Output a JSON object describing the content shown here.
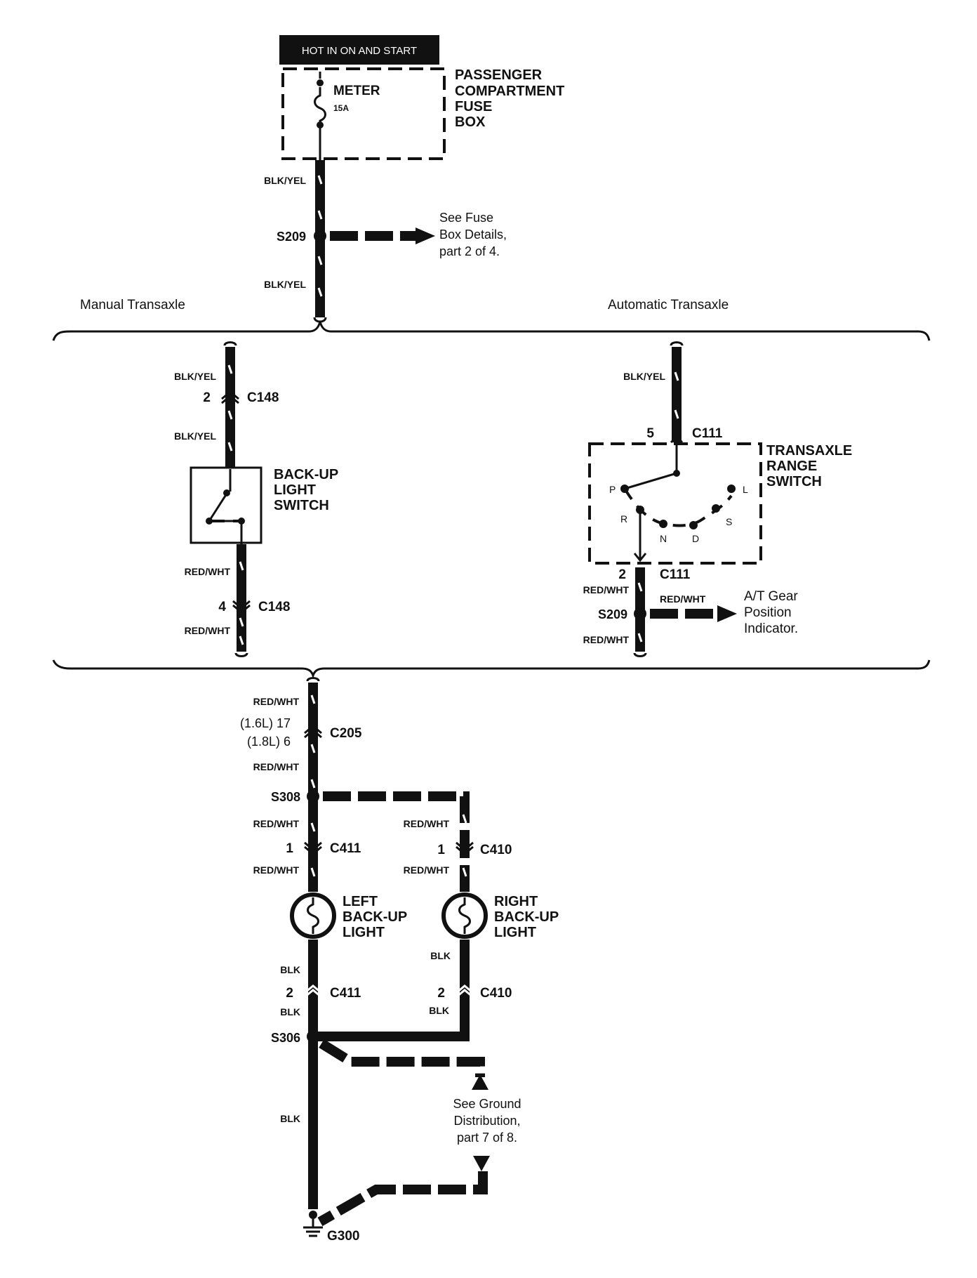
{
  "header": {
    "hot_label": "HOT IN ON AND START"
  },
  "fuse_box": {
    "name_lines": [
      "PASSENGER",
      "COMPARTMENT",
      "FUSE",
      "BOX"
    ],
    "fuse_name": "METER",
    "fuse_rating": "15A"
  },
  "top": {
    "wire1": "BLK/YEL",
    "splice": "S209",
    "wire2": "BLK/YEL",
    "ref_lines": [
      "See Fuse",
      "Box Details,",
      "part 2 of 4."
    ]
  },
  "sections": {
    "manual": "Manual Transaxle",
    "automatic": "Automatic Transaxle"
  },
  "manual": {
    "wire_top": "BLK/YEL",
    "pin_top": "2",
    "connector_top": "C148",
    "wire_mid": "BLK/YEL",
    "switch_lines": [
      "BACK-UP",
      "LIGHT",
      "SWITCH"
    ],
    "wire_out": "RED/WHT",
    "pin_bottom": "4",
    "connector_bottom": "C148",
    "wire_bottom": "RED/WHT"
  },
  "automatic": {
    "wire_top": "BLK/YEL",
    "pin_top": "5",
    "connector_top": "C111",
    "switch_lines": [
      "TRANSAXLE",
      "RANGE",
      "SWITCH"
    ],
    "positions": {
      "p": "P",
      "r": "R",
      "n": "N",
      "d": "D",
      "s": "S",
      "l": "L"
    },
    "pin_bottom": "2",
    "connector_bottom": "C111",
    "wire_out": "RED/WHT",
    "splice": "S209",
    "branch_wire": "RED/WHT",
    "branch_ref_lines": [
      "A/T Gear",
      "Position",
      "Indicator."
    ],
    "wire_bottom": "RED/WHT"
  },
  "lower": {
    "wire_in": "RED/WHT",
    "pin_16": "(1.6L) 17",
    "pin_18": "(1.8L) 6",
    "connector": "C205",
    "wire_after": "RED/WHT",
    "splice_top": "S308",
    "left": {
      "wire1": "RED/WHT",
      "pin1": "1",
      "conn1": "C411",
      "wire2": "RED/WHT",
      "lamp_lines": [
        "LEFT",
        "BACK-UP",
        "LIGHT"
      ],
      "wire3": "BLK",
      "pin2": "2",
      "conn2": "C411",
      "wire4": "BLK"
    },
    "right": {
      "wire1": "RED/WHT",
      "pin1": "1",
      "conn1": "C410",
      "wire2": "RED/WHT",
      "lamp_lines": [
        "RIGHT",
        "BACK-UP",
        "LIGHT"
      ],
      "wire3": "BLK",
      "pin2": "2",
      "conn2": "C410",
      "wire4": "BLK"
    },
    "splice_bottom": "S306",
    "ground_wire": "BLK",
    "ground_ref_lines": [
      "See Ground",
      "Distribution,",
      "part 7 of 8."
    ],
    "ground": "G300"
  }
}
